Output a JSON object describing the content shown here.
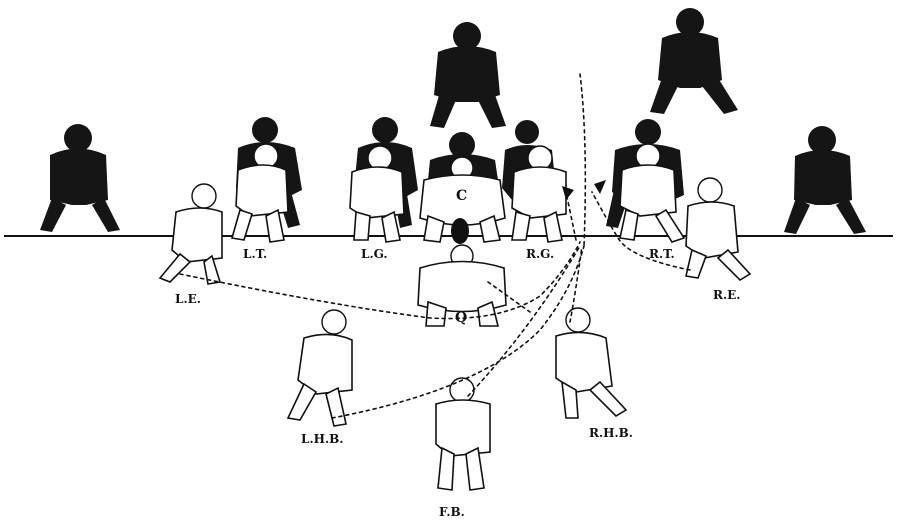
{
  "labels": {
    "left_end": "L.E.",
    "left_tackle": "L.T.",
    "left_guard": "L.G.",
    "right_guard": "R.G.",
    "right_tackle": "R.T.",
    "right_end": "R.E.",
    "left_halfback": "L.H.B.",
    "right_halfback": "R.H.B.",
    "fullback": "F.B."
  },
  "chest_letters": {
    "center": "C",
    "quarterback": "Q"
  },
  "colors": {
    "ink": "#111111",
    "paper": "#ffffff",
    "silhouette": "#151515"
  }
}
